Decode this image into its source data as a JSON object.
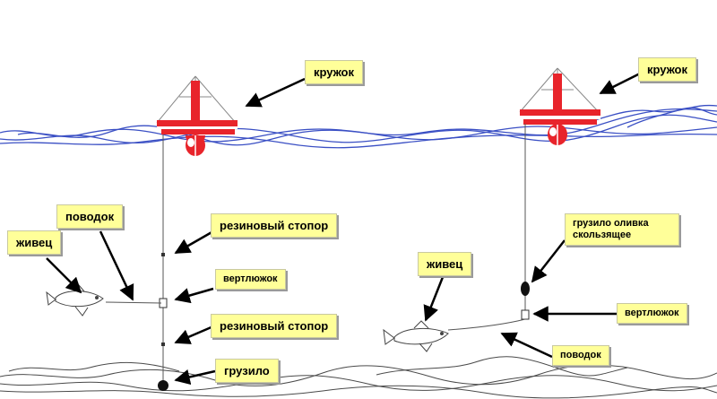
{
  "colors": {
    "float": "#e8242b",
    "water": "#3a4fc4",
    "bottom": "#4a4a4a",
    "line": "#555555",
    "label_bg": "#ffff99"
  },
  "left_rig": {
    "float_label": "кружок",
    "leader_label": "поводок",
    "bait_label": "живец",
    "stopper_top_label": "резиновый стопор",
    "swivel_label": "вертлюжок",
    "stopper_bottom_label": "резиновый стопор",
    "sinker_label": "грузило"
  },
  "right_rig": {
    "float_label": "кружок",
    "sinker_label": "грузило оливка скользящее",
    "bait_label": "живец",
    "swivel_label": "вертлюжок",
    "leader_label": "поводок"
  }
}
